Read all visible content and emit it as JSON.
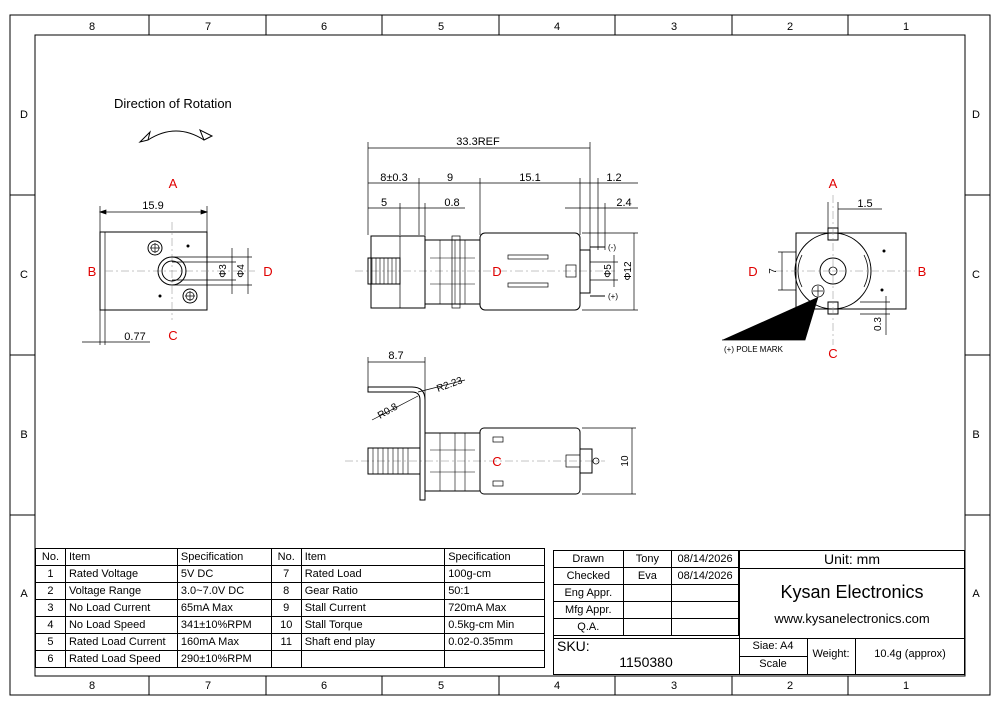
{
  "frame": {
    "top_zones": [
      "8",
      "7",
      "6",
      "5",
      "4",
      "3",
      "2",
      "1"
    ],
    "side_zones": [
      "D",
      "C",
      "B",
      "A"
    ]
  },
  "rotation_label": "Direction of Rotation",
  "views": {
    "left": {
      "marker_top": "A",
      "marker_left": "B",
      "marker_right": "D",
      "marker_bottom": "C",
      "dim_width": "15.9",
      "dim_bore_inner": "Φ3",
      "dim_bore_outer": "Φ4",
      "dim_plate": "0.77"
    },
    "center": {
      "dim_total": "33.3REF",
      "dim_a": "8±0.3",
      "dim_b": "9",
      "dim_c": "15.1",
      "dim_d": "1.2",
      "dim_e": "5",
      "dim_f": "0.8",
      "dim_g": "2.4",
      "dim_phi5": "Φ5",
      "dim_phi12": "Φ12",
      "terminal_neg": "(-)",
      "terminal_pos": "(+)",
      "marker": "D"
    },
    "right": {
      "marker_top": "A",
      "marker_left": "D",
      "marker_right": "B",
      "marker_bottom": "C",
      "dim_15": "1.5",
      "dim_7": "7",
      "dim_03": "0.3",
      "pole_mark": "(+) POLE MARK"
    },
    "bottom": {
      "dim_87": "8.7",
      "dim_r223": "R2.23",
      "dim_r08": "R0.8",
      "dim_10": "10",
      "marker": "C"
    }
  },
  "spec_table": {
    "headers": [
      "No.",
      "Item",
      "Specification",
      "No.",
      "Item",
      "Specification"
    ],
    "rows": [
      [
        "1",
        "Rated Voltage",
        "5V DC",
        "7",
        "Rated Load",
        "100g-cm"
      ],
      [
        "2",
        "Voltage Range",
        "3.0~7.0V DC",
        "8",
        "Gear Ratio",
        "50:1"
      ],
      [
        "3",
        "No Load Current",
        "65mA Max",
        "9",
        "Stall Current",
        "720mA Max"
      ],
      [
        "4",
        "No Load Speed",
        "341±10%RPM",
        "10",
        "Stall Torque",
        "0.5kg-cm Min"
      ],
      [
        "5",
        "Rated Load Current",
        "160mA Max",
        "11",
        "Shaft end play",
        "0.02-0.35mm"
      ],
      [
        "6",
        "Rated Load Speed",
        "290±10%RPM",
        "",
        "",
        ""
      ]
    ]
  },
  "title_block": {
    "approvals": [
      {
        "role": "Drawn",
        "name": "Tony",
        "date": "08/14/2026"
      },
      {
        "role": "Checked",
        "name": "Eva",
        "date": "08/14/2026"
      },
      {
        "role": "Eng Appr.",
        "name": "",
        "date": ""
      },
      {
        "role": "Mfg Appr.",
        "name": "",
        "date": ""
      },
      {
        "role": "Q.A.",
        "name": "",
        "date": ""
      }
    ],
    "unit": "Unit: mm",
    "company": "Kysan Electronics",
    "website": "www.kysanelectronics.com",
    "sku_label": "SKU:",
    "sku": "1150380",
    "size": "Siae: A4",
    "scale": "Scale",
    "weight_label": "Weight:",
    "weight": "10.4g (approx)"
  }
}
